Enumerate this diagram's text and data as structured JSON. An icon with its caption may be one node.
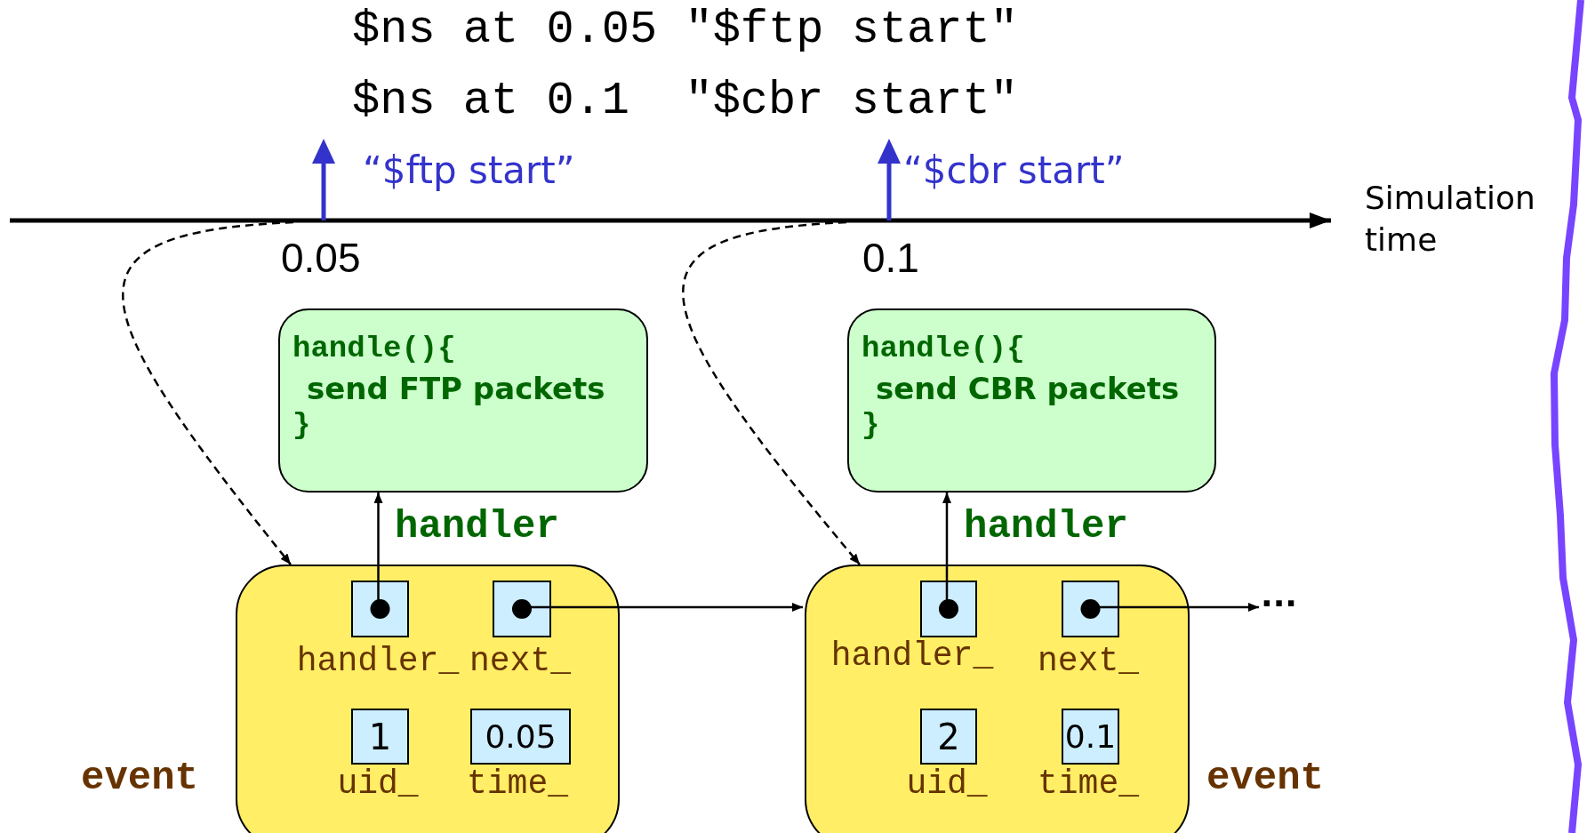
{
  "diagram": {
    "nodes": [
      {
        "text": [
          "handle(){",
          "send FTP packets",
          "}"
        ]
      },
      {
        "text": [
          "handle(){",
          "send CBR packets",
          "}"
        ]
      },
      {
        "text": [],
        "shape": "box",
        "beside": [
          "event"
        ]
      },
      {
        "text": [],
        "shape": "box",
        "in": 2,
        "beside": [
          "handler_"
        ]
      },
      {
        "text": [],
        "shape": "box",
        "in": 2,
        "beside": [
          "next_"
        ]
      },
      {
        "text": [
          "1"
        ],
        "in": 2,
        "beside": [
          "uid_"
        ]
      },
      {
        "text": [
          "0.05"
        ],
        "in": 2,
        "beside": [
          "time_"
        ]
      },
      {
        "text": [],
        "shape": "box",
        "beside": [
          "event"
        ]
      },
      {
        "text": [],
        "shape": "box",
        "in": 7,
        "beside": [
          "handler_"
        ]
      },
      {
        "text": [],
        "shape": "box",
        "in": 7,
        "beside": [
          "next_"
        ]
      },
      {
        "text": [
          "2"
        ],
        "in": 7,
        "beside": [
          "uid_"
        ]
      },
      {
        "text": [
          "0.1"
        ],
        "in": 7,
        "beside": [
          "time_"
        ]
      },
      {
        "text": [
          "..."
        ]
      }
    ],
    "edges": [
      {
        "from": 3,
        "to": 0,
        "arrow": "to",
        "label": "handler"
      },
      {
        "from": 4,
        "to": 7,
        "arrow": "to"
      },
      {
        "from": null,
        "to": 2,
        "arrow": "to",
        "style": "dashed"
      },
      {
        "from": 8,
        "to": 1,
        "arrow": "to",
        "label": "handler"
      },
      {
        "from": 9,
        "to": 12,
        "arrow": "to"
      },
      {
        "from": null,
        "to": 7,
        "arrow": "to",
        "style": "dashed"
      }
    ],
    "labels": [
      "$ns at 0.05 \"$ftp start\"",
      "$ns at 0.1  \"$cbr start\"",
      "“$ftp start”",
      "“$cbr start”",
      "Simulation time",
      "0.05",
      "0.1"
    ]
  }
}
